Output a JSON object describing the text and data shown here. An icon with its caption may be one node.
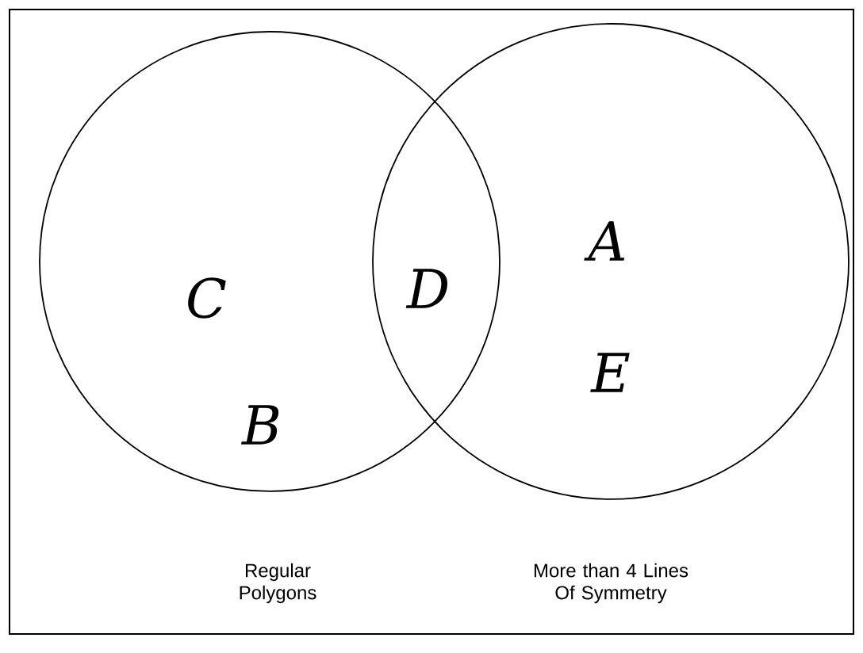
{
  "diagram": {
    "nodes": [
      {
        "text": [],
        "shape": "circle"
      },
      {
        "text": [],
        "shape": "circle"
      }
    ],
    "labels": [
      "A",
      "C",
      "D",
      "E",
      "B",
      "Regular Polygons",
      "More than 4 Lines Of Symmetry"
    ]
  }
}
